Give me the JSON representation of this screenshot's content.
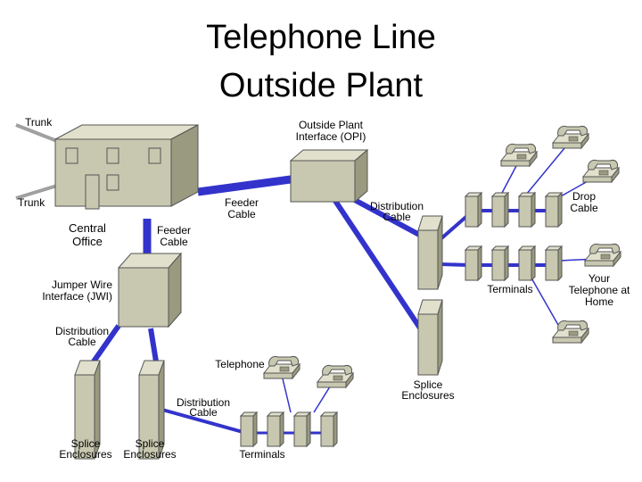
{
  "title": {
    "line1": "Telephone Line",
    "line2": "Outside Plant"
  },
  "labels": {
    "trunk_top": "Trunk",
    "trunk_bottom": "Trunk",
    "central_office": [
      "Central",
      "Office"
    ],
    "opi": [
      "Outside Plant",
      "Interface (OPI)"
    ],
    "feeder_cable_opi": [
      "Feeder",
      "Cable"
    ],
    "feeder_cable_co": [
      "Feeder",
      "Cable"
    ],
    "jwi": [
      "Jumper Wire",
      "Interface (JWI)"
    ],
    "distribution_cable_left": [
      "Distribution",
      "Cable"
    ],
    "distribution_cable_opi": [
      "Distribution",
      "Cable"
    ],
    "distribution_cable_bottom": [
      "Distribution",
      "Cable"
    ],
    "drop_cable": [
      "Drop",
      "Cable"
    ],
    "terminals_right": "Terminals",
    "terminals_bottom": "Terminals",
    "your_telephone": [
      "Your",
      "Telephone at",
      "Home"
    ],
    "splice_enclosures_right": [
      "Splice",
      "Enclosures"
    ],
    "splice_enclosures_left1": [
      "Splice",
      "Enclosures"
    ],
    "splice_enclosures_left2": [
      "Splice",
      "Enclosures"
    ],
    "telephone": "Telephone"
  },
  "colors": {
    "cable": "#3333cc",
    "box_front": "#c8c8b0",
    "box_side": "#9a9a80",
    "box_top": "#e0e0cc",
    "trunk_line": "#a0a0a0",
    "drop_line": "#3333cc"
  }
}
